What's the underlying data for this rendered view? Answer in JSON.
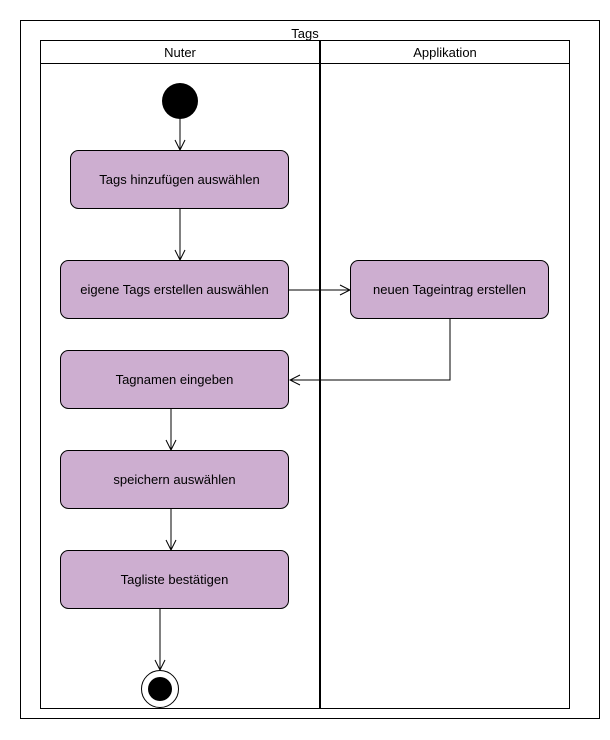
{
  "title": "Tags",
  "lanes": [
    {
      "label": "Nuter"
    },
    {
      "label": "Applikation"
    }
  ],
  "activities": [
    {
      "id": "a1",
      "label": "Tags hinzufügen auswählen"
    },
    {
      "id": "a2",
      "label": "eigene Tags erstellen auswählen"
    },
    {
      "id": "a3",
      "label": "neuen Tageintrag erstellen"
    },
    {
      "id": "a4",
      "label": "Tagnamen eingeben"
    },
    {
      "id": "a5",
      "label": "speichern auswählen"
    },
    {
      "id": "a6",
      "label": "Tagliste bestätigen"
    }
  ],
  "flows": [
    [
      "start",
      "a1"
    ],
    [
      "a1",
      "a2"
    ],
    [
      "a2",
      "a3"
    ],
    [
      "a3",
      "a4"
    ],
    [
      "a4",
      "a5"
    ],
    [
      "a5",
      "a6"
    ],
    [
      "a6",
      "end"
    ]
  ],
  "colors": {
    "activity_fill": "#cdaed0",
    "stroke": "#000000",
    "background": "#ffffff"
  }
}
